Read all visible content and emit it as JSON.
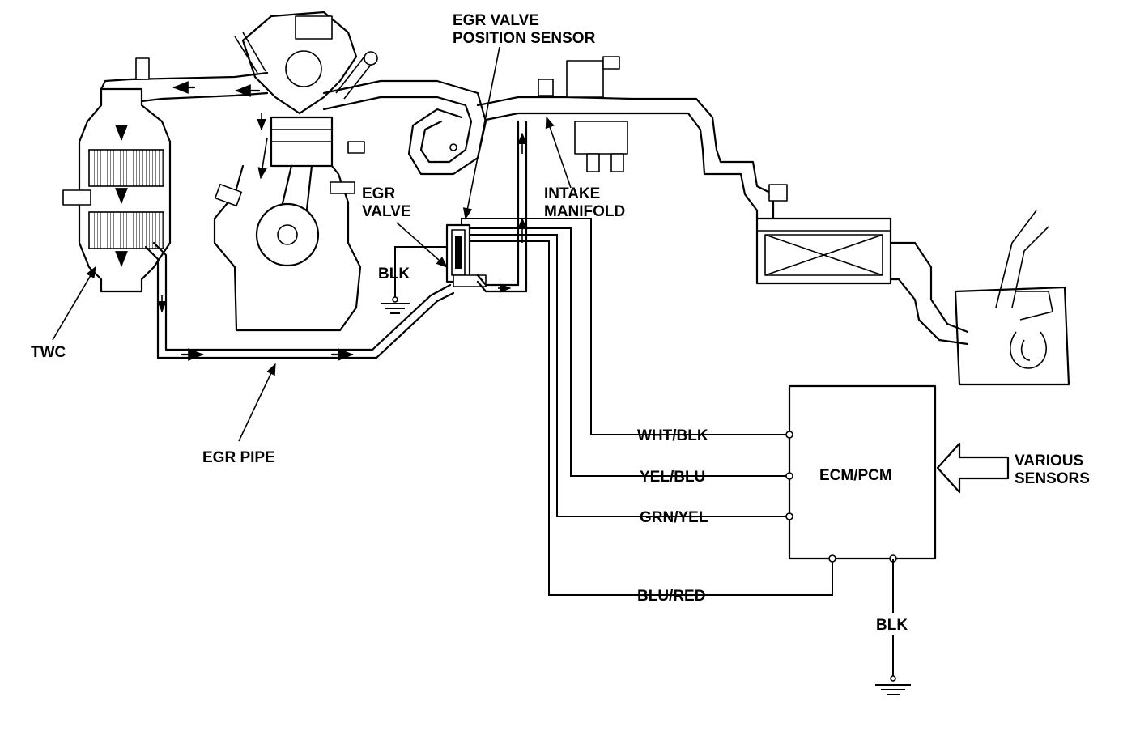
{
  "labels": {
    "egr_valve_position_sensor_line1": "EGR VALVE",
    "egr_valve_position_sensor_line2": "POSITION SENSOR",
    "egr_valve_line1": "EGR",
    "egr_valve_line2": "VALVE",
    "intake_manifold_line1": "INTAKE",
    "intake_manifold_line2": "MANIFOLD",
    "blk_ground_valve": "BLK",
    "twc": "TWC",
    "egr_pipe": "EGR PIPE",
    "ecm_pcm": "ECM/PCM",
    "various_sensors_line1": "VARIOUS",
    "various_sensors_line2": "SENSORS",
    "blk_ground_ecm": "BLK"
  },
  "wires": [
    {
      "color_code": "WHT/BLK"
    },
    {
      "color_code": "YEL/BLU"
    },
    {
      "color_code": "GRN/YEL"
    },
    {
      "color_code": "BLU/RED"
    }
  ]
}
